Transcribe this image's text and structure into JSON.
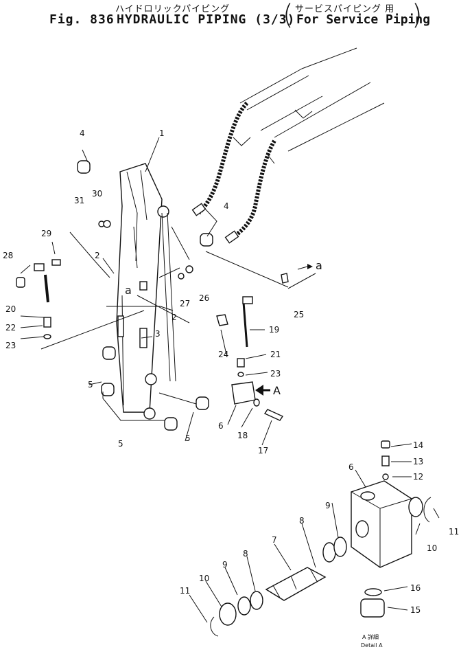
{
  "header": {
    "jp_title": "ハイドロリックパイピング",
    "fig_no": "Fig. 836",
    "title": "HYDRAULIC PIPING (3/3)",
    "jp_subtitle": "サービスパイピング 用",
    "en_subtitle": "For Service Piping"
  },
  "callouts": {
    "c1": "1",
    "c2a": "2",
    "c2b": "2",
    "c3": "3",
    "c4a": "4",
    "c4b": "4",
    "c5a": "5",
    "c5b": "5",
    "c5c": "5",
    "c6a": "6",
    "c6b": "6",
    "c7": "7",
    "c8a": "8",
    "c8b": "8",
    "c9a": "9",
    "c9b": "9",
    "c10a": "10",
    "c10b": "10",
    "c11a": "11",
    "c11b": "11",
    "c12": "12",
    "c13": "13",
    "c14": "14",
    "c15": "15",
    "c16": "16",
    "c17": "17",
    "c18": "18",
    "c19": "19",
    "c20": "20",
    "c21": "21",
    "c22": "22",
    "c23a": "23",
    "c23b": "23",
    "c24": "24",
    "c25": "25",
    "c26": "26",
    "c27": "27",
    "c28": "28",
    "c29": "29",
    "c30": "30",
    "c31": "31"
  },
  "refs": {
    "a_left": "a",
    "a_right": "a",
    "A": "A",
    "detail_jp": "A 詳細",
    "detail_en": "Detail A"
  }
}
